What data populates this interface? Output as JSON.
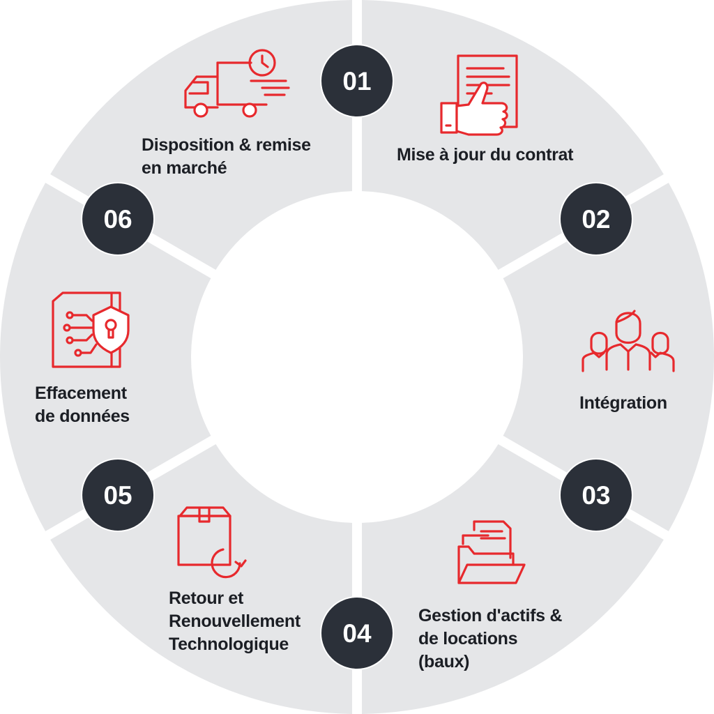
{
  "colors": {
    "segment": "#e5e6e8",
    "badge": "#2b3039",
    "badge_text": "#ffffff",
    "icon": "#e7292d",
    "label": "#1b1e24"
  },
  "steps": [
    {
      "number": "01",
      "label_lines": [
        "Mise à jour du contrat"
      ],
      "icon": "contract-thumbs-up-icon"
    },
    {
      "number": "02",
      "label_lines": [
        "Intégration"
      ],
      "icon": "team-people-icon"
    },
    {
      "number": "03",
      "label_lines": [
        "Gestion d'actifs &",
        "de locations",
        "(baux)"
      ],
      "icon": "folder-documents-icon"
    },
    {
      "number": "04",
      "label_lines": [
        "Retour et",
        "Renouvellement",
        "Technologique"
      ],
      "icon": "box-return-icon"
    },
    {
      "number": "05",
      "label_lines": [
        "Effacement",
        "de données"
      ],
      "icon": "data-shield-circuit-icon"
    },
    {
      "number": "06",
      "label_lines": [
        "Disposition & remise",
        "en marché"
      ],
      "icon": "delivery-truck-clock-icon"
    }
  ]
}
